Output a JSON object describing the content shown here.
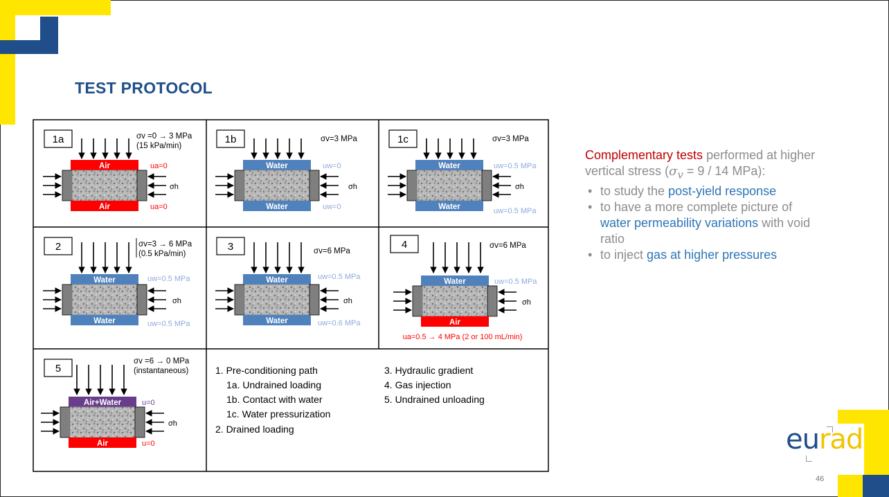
{
  "slide": {
    "title": "TEST PROTOCOL",
    "page_number": "46"
  },
  "logo": {
    "part1": "eu",
    "part2": "rad"
  },
  "panels": {
    "p1a": {
      "id": "1a",
      "stress": "σv =0 → 3 MPa",
      "rate": "(15 kPa/min)",
      "top_layer": "Air",
      "top_pressure": "ua=0",
      "bottom_layer": "Air",
      "bottom_pressure": "ua=0",
      "side": "σh"
    },
    "p1b": {
      "id": "1b",
      "stress": "σv=3 MPa",
      "top_layer": "Water",
      "top_pressure": "uw=0",
      "bottom_layer": "Water",
      "bottom_pressure": "uw=0",
      "side": "σh"
    },
    "p1c": {
      "id": "1c",
      "stress": "σv=3 MPa",
      "top_layer": "Water",
      "top_pressure": "uw=0.5 MPa",
      "bottom_layer": "Water",
      "bottom_pressure": "uw=0.5 MPa",
      "side": "σh"
    },
    "p2": {
      "id": "2",
      "stress": "σv=3 → 6 MPa",
      "rate": "(0.5 kPa/min)",
      "top_layer": "Water",
      "top_pressure": "uw=0.5 MPa",
      "bottom_layer": "Water",
      "bottom_pressure": "uw=0.5 MPa",
      "side": "σh"
    },
    "p3": {
      "id": "3",
      "stress": "σv=6 MPa",
      "top_layer": "Water",
      "top_pressure": "uw=0.5 MPa",
      "bottom_layer": "Water",
      "bottom_pressure": "uw=0.6 MPa",
      "side": "σh"
    },
    "p4": {
      "id": "4",
      "stress": "σv=6 MPa",
      "top_layer": "Water",
      "top_pressure": "uw=0.5 MPa",
      "bottom_layer": "Air",
      "bottom_pressure": "ua=0.5 → 4 MPa (2 or 100 mL/min)",
      "side": "σh"
    },
    "p5": {
      "id": "5",
      "stress": "σv =6 → 0 MPa",
      "rate": "(instantaneous)",
      "top_layer": "Air+Water",
      "top_pressure": "u=0",
      "bottom_layer": "Air",
      "bottom_pressure": "u=0",
      "side": "σh"
    }
  },
  "legend": {
    "l1": "1.  Pre-conditioning path",
    "l1a": "1a. Undrained loading",
    "l1b": "1b. Contact with water",
    "l1c": "1c. Water pressurization",
    "l2": "2.  Drained loading",
    "l3": "3.  Hydraulic gradient",
    "l4": "4.  Gas injection",
    "l5": "5.  Undrained unloading"
  },
  "notes": {
    "intro_highlight": "Complementary tests",
    "intro_rest": " performed at higher vertical stress (",
    "sigma_symbol": "σ",
    "sigma_sub": "v",
    "intro_end": " = 9 / 14 MPa):",
    "b1_pre": "to study the ",
    "b1_link": "post-yield response",
    "b2_pre": "to have a more complete picture of ",
    "b2_link": "water permeability variations",
    "b2_post": " with void ratio",
    "b3_pre": "to inject ",
    "b3_link": "gas at higher pressures"
  },
  "colors": {
    "brand_blue": "#1f4e8a",
    "brand_yellow": "#ffe600",
    "air_red": "#ff0000",
    "water_blue": "#4f81bd",
    "mixed_purple": "#6a3d8c",
    "highlight_red": "#c00000",
    "link_blue": "#2e75b6"
  }
}
